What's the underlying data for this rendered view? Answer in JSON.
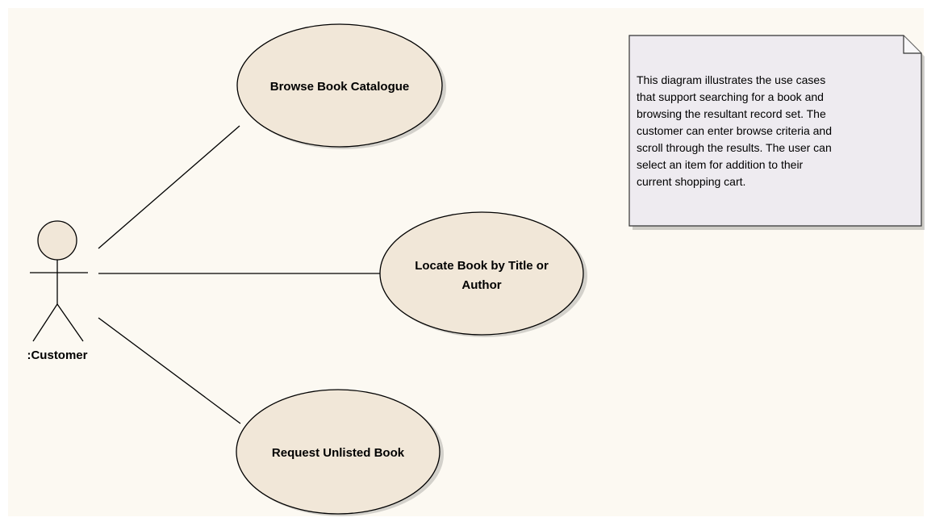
{
  "diagram": {
    "type": "use-case",
    "background_color": "#fcf9f2",
    "element_fill": "#f1e7d8",
    "note_fill": "#eeebf0",
    "actor": {
      "label": ":Customer"
    },
    "use_cases": [
      {
        "id": "browse",
        "lines": [
          "Browse Book Catalogue"
        ]
      },
      {
        "id": "locate",
        "lines": [
          "Locate Book by Title or",
          "Author"
        ]
      },
      {
        "id": "request",
        "lines": [
          "Request Unlisted Book"
        ]
      }
    ],
    "associations": [
      {
        "from": "actor",
        "to": "browse"
      },
      {
        "from": "actor",
        "to": "locate"
      },
      {
        "from": "actor",
        "to": "request"
      }
    ],
    "note": {
      "lines": [
        "This diagram illustrates the use cases",
        "that support searching for a book and",
        "browsing the resultant record set. The",
        "customer can enter browse criteria and",
        "scroll through the results. The user can",
        "select an item for addition to their",
        "current shopping cart."
      ]
    }
  }
}
